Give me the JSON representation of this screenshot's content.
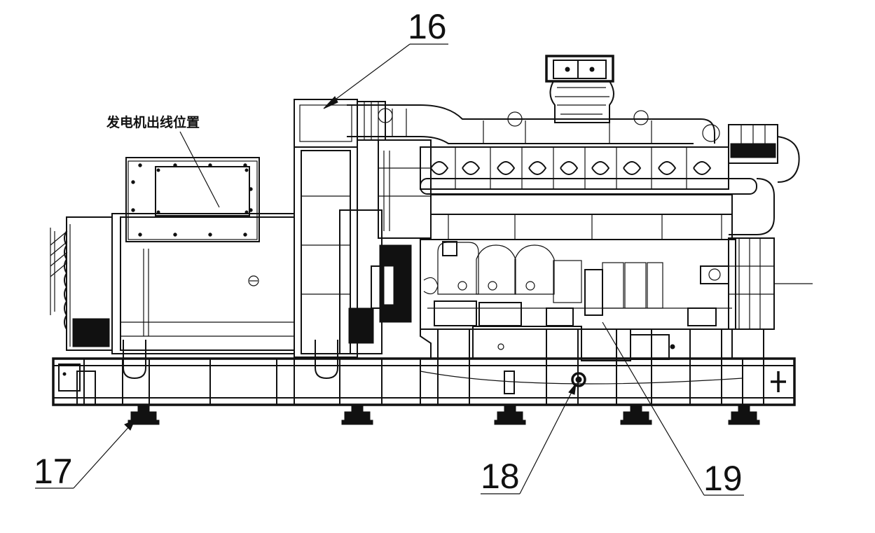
{
  "drawing": {
    "note_label": "发电机出线位置",
    "callouts": [
      {
        "id": "16",
        "label": "16"
      },
      {
        "id": "17",
        "label": "17"
      },
      {
        "id": "18",
        "label": "18"
      },
      {
        "id": "19",
        "label": "19"
      }
    ]
  },
  "colors": {
    "ink": "#111111",
    "paper": "#ffffff"
  }
}
